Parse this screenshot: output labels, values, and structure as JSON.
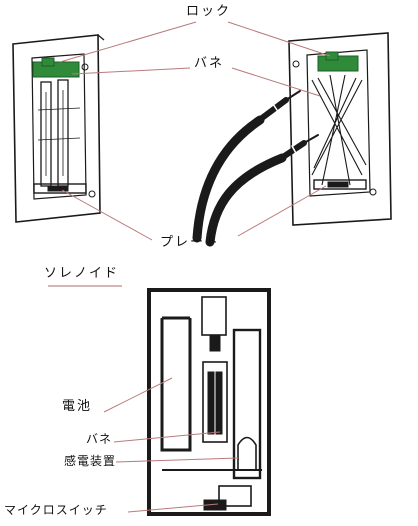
{
  "labels": {
    "lock": "ロック",
    "spring_top": "バネ",
    "plate": "プレート",
    "solenoid": "ソレノイド",
    "battery": "電池",
    "spring_bottom": "バネ",
    "sensor": "感電装置",
    "microswitch": "マイクロスイッチ"
  },
  "colors": {
    "leader_line": "#b97a7a",
    "lock_green": "#2f8a3a",
    "ink": "#1a1a1a",
    "solenoid_underline": "#c08a8a"
  }
}
